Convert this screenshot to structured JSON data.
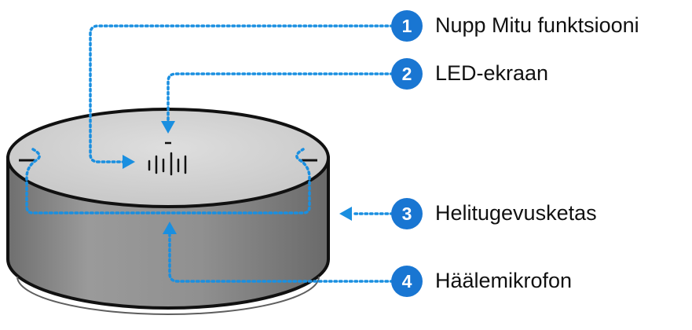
{
  "diagram": {
    "device": "smart speaker",
    "colors": {
      "callout_blue": "#1a8fe0",
      "badge_blue": "#1976d2",
      "outline": "#111111",
      "body_top": "#d4d4d4",
      "body_side": "#8e8e8e"
    },
    "callouts": [
      {
        "number": "1",
        "label": "Nupp Mitu funktsiooni"
      },
      {
        "number": "2",
        "label": "LED-ekraan"
      },
      {
        "number": "3",
        "label": "Helitugevusketas"
      },
      {
        "number": "4",
        "label": "Häälemikrofon"
      }
    ]
  }
}
